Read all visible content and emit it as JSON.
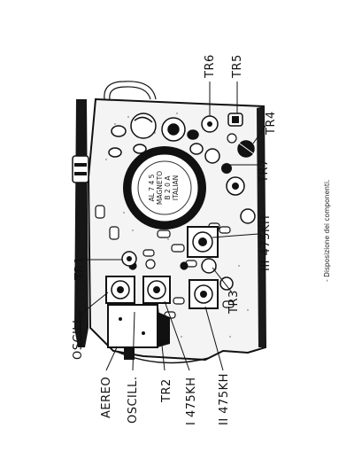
{
  "figure": {
    "caption": "- Disposizione dei componenti.",
    "labels": {
      "tr6": "TR6",
      "tr5": "TR5",
      "tr4": "TR4",
      "tr7": "TR7",
      "if3": "III 475KH",
      "tr1": "TR1",
      "tr3": "TR3",
      "oscill_top": "OSCILL.",
      "aereo": "AEREO",
      "oscill_bottom": "OSCILL.",
      "tr2": "TR2",
      "if1": "I 475KH",
      "if2": "II 475KH"
    },
    "speaker_text": [
      "AL  7 4 5",
      "MAGNETO",
      "B 2 0 A",
      "ITALIAN"
    ]
  }
}
